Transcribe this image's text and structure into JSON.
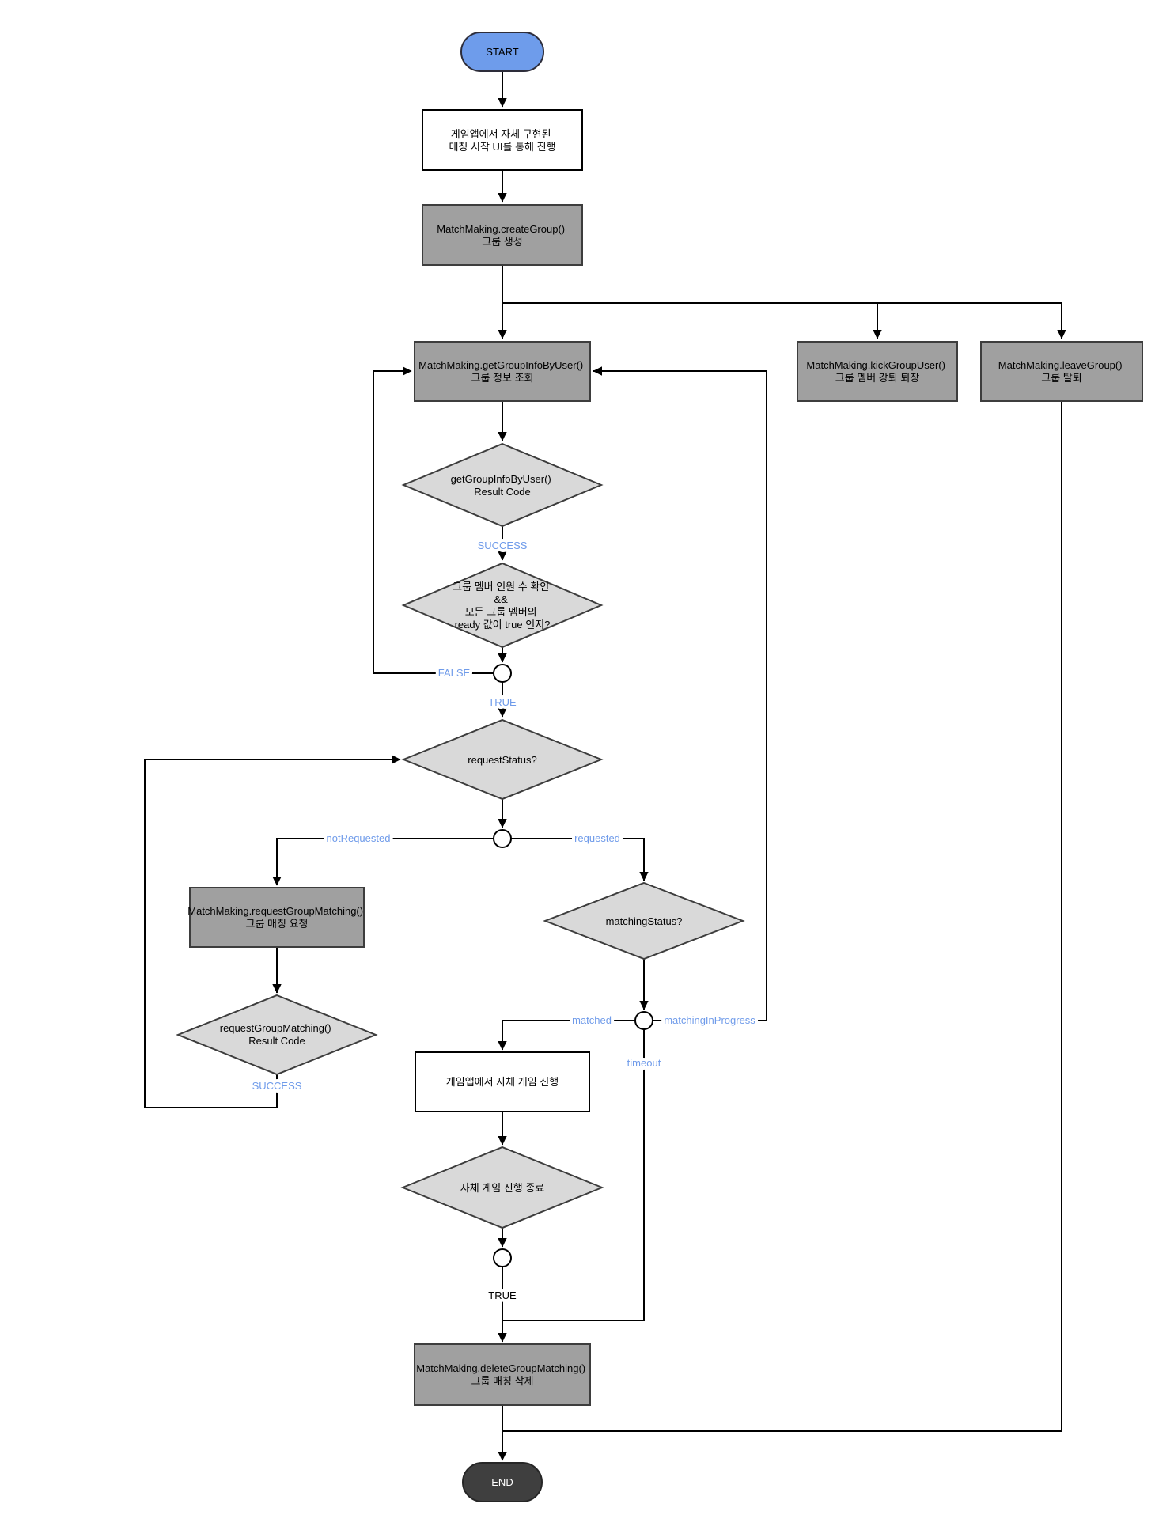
{
  "nodes": {
    "start": {
      "label": "START"
    },
    "game_ui": {
      "lines": [
        "게임앱에서 자체 구현된",
        "매칭 시작 UI를 통해 진행"
      ]
    },
    "create_group": {
      "lines": [
        "MatchMaking.createGroup()",
        "그룹 생성"
      ]
    },
    "get_group_info": {
      "lines": [
        "MatchMaking.getGroupInfoByUser()",
        "그룹 정보 조회"
      ]
    },
    "kick_group_user": {
      "lines": [
        "MatchMaking.kickGroupUser()",
        "그룹 멤버 강퇴 퇴장"
      ]
    },
    "leave_group": {
      "lines": [
        "MatchMaking.leaveGroup()",
        "그룹 탈퇴"
      ]
    },
    "get_info_result": {
      "lines": [
        "getGroupInfoByUser()",
        "Result Code"
      ]
    },
    "ready_check": {
      "lines": [
        "그룹 멤버 인원 수 확인",
        "&&",
        "모든 그룹 멤버의",
        "ready 값이 true 인지?"
      ]
    },
    "request_status": {
      "label": "requestStatus?"
    },
    "request_matching": {
      "lines": [
        "MatchMaking.requestGroupMatching()",
        "그룹 매칭 요청"
      ]
    },
    "request_result": {
      "lines": [
        "requestGroupMatching()",
        "Result Code"
      ]
    },
    "matching_status": {
      "label": "matchingStatus?"
    },
    "game_play": {
      "label": "게임앱에서 자체 게임 진행"
    },
    "game_end": {
      "label": "자체 게임 진행 종료"
    },
    "delete_matching": {
      "lines": [
        "MatchMaking.deleteGroupMatching()",
        "그룹 매칭 삭제"
      ]
    },
    "end": {
      "label": "END"
    }
  },
  "edge_labels": {
    "success_info": "SUCCESS",
    "false_loop": "FALSE",
    "true_ready": "TRUE",
    "not_requested": "notRequested",
    "requested": "requested",
    "success_request": "SUCCESS",
    "matched": "matched",
    "matching_in_progress": "matchingInProgress",
    "timeout": "timeout",
    "true_game_end": "TRUE"
  },
  "colors": {
    "start_fill": "#6e9ceb",
    "end_fill": "#3f3f3f",
    "process_fill": "#a0a0a0",
    "decision_fill": "#d9d9d9",
    "io_fill": "#ffffff",
    "edge_line": "#000000",
    "edge_label_blue": "#6f9bea"
  }
}
